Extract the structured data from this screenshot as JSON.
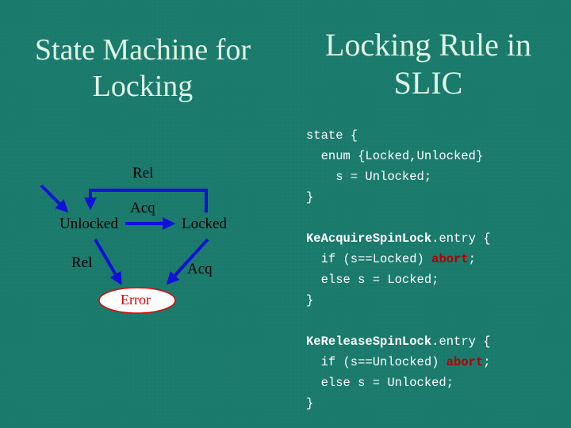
{
  "left_title": [
    "State Machine for",
    "Locking"
  ],
  "right_title": [
    "Locking Rule in",
    "SLIC"
  ],
  "diagram": {
    "nodes": {
      "unlocked": "Unlocked",
      "locked": "Locked",
      "error": "Error"
    },
    "edges": {
      "acq_unlocked_locked": "Acq",
      "rel_locked_unlocked": "Rel",
      "rel_unlocked_error": "Rel",
      "acq_locked_error": "Acq"
    },
    "colors": {
      "arrow": "#1010d8",
      "error_fill": "#ffffff",
      "error_stroke": "#e00000",
      "error_text": "#e00000"
    }
  },
  "code": {
    "state_block": [
      "state {",
      "  enum {Locked,Unlocked}",
      "    s = Unlocked;",
      "}"
    ],
    "acquire": {
      "name": "KeAcquireSpinLock",
      "entry": ".entry {",
      "line1_pre": "  if (s==Locked) ",
      "line1_kw": "abort",
      "line1_post": ";",
      "line2": "  else s = Locked;",
      "close": "}"
    },
    "release": {
      "name": "KeReleaseSpinLock",
      "entry": ".entry {",
      "line1_pre": "  if (s==Unlocked) ",
      "line1_kw": "abort",
      "line1_post": ";",
      "line2": "  else s = Unlocked;",
      "close": "}"
    },
    "keyword_color": "#b40000"
  }
}
